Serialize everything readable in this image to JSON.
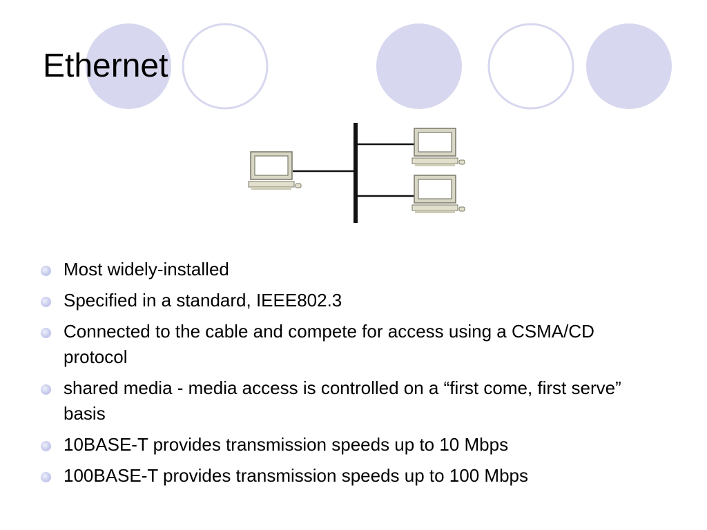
{
  "slide": {
    "title": "Ethernet",
    "accent_color": "#d7d7ef",
    "ring_color": "#d7d7ef",
    "bullets": [
      {
        "text": "Most widely-installed"
      },
      {
        "text": "Specified in a standard, IEEE802.3"
      },
      {
        "text": "Connected to the cable and compete for access using a CSMA/CD protocol"
      },
      {
        "text": "shared media - media access is controlled on a “first come, first serve” basis"
      },
      {
        "text": "10BASE-T provides transmission speeds up to 10 Mbps"
      },
      {
        "text": "100BASE-T provides transmission speeds up to 100 Mbps"
      }
    ]
  },
  "diagram": {
    "icons": [
      "computer-icon",
      "computer-icon",
      "computer-icon"
    ]
  }
}
